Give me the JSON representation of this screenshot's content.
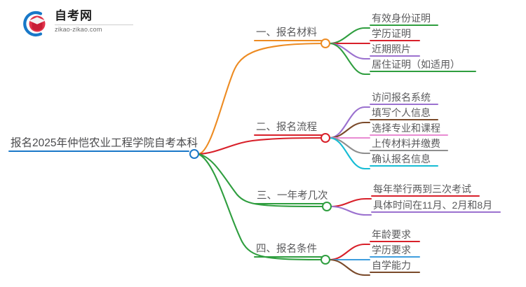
{
  "logo": {
    "title": "自考网",
    "domain": "zikao-zikao.com",
    "mark_arc_color": "#1878c8",
    "mark_cap_color": "#d9324b"
  },
  "mindmap": {
    "root": {
      "label": "报名2025年仲恺农业工程学院自考本科",
      "color": "#1b78c8"
    },
    "branches": [
      {
        "label": "一、报名材料",
        "color": "#ed8b22",
        "children": [
          {
            "label": "有效身份证明",
            "color": "#2f9e3f"
          },
          {
            "label": "学历证明",
            "color": "#d8202a"
          },
          {
            "label": "近期照片",
            "color": "#9b71cf"
          },
          {
            "label": "居住证明（如适用）",
            "color": "#2f9e3f"
          }
        ]
      },
      {
        "label": "二、报名流程",
        "color": "#d8202a",
        "children": [
          {
            "label": "访问报名系统",
            "color": "#9b71cf"
          },
          {
            "label": "填写个人信息",
            "color": "#7a4a2a"
          },
          {
            "label": "选择专业和课程",
            "color": "#e98bd2"
          },
          {
            "label": "上传材料并缴费",
            "color": "#8e8e8e"
          },
          {
            "label": "确认报名信息",
            "color": "#16bcd4"
          }
        ]
      },
      {
        "label": "三、一年考几次",
        "color": "#2f9e3f",
        "children": [
          {
            "label": "每年举行两到三次考试",
            "color": "#d8202a"
          },
          {
            "label": "具体时间在11月、2月和8月",
            "color": "#9b71cf"
          }
        ]
      },
      {
        "label": "四、报名条件",
        "color": "#2f9e3f",
        "children": [
          {
            "label": "年龄要求",
            "color": "#d8202a"
          },
          {
            "label": "学历要求",
            "color": "#3f9ede"
          },
          {
            "label": "自学能力",
            "color": "#7a4a2a"
          }
        ]
      }
    ]
  }
}
